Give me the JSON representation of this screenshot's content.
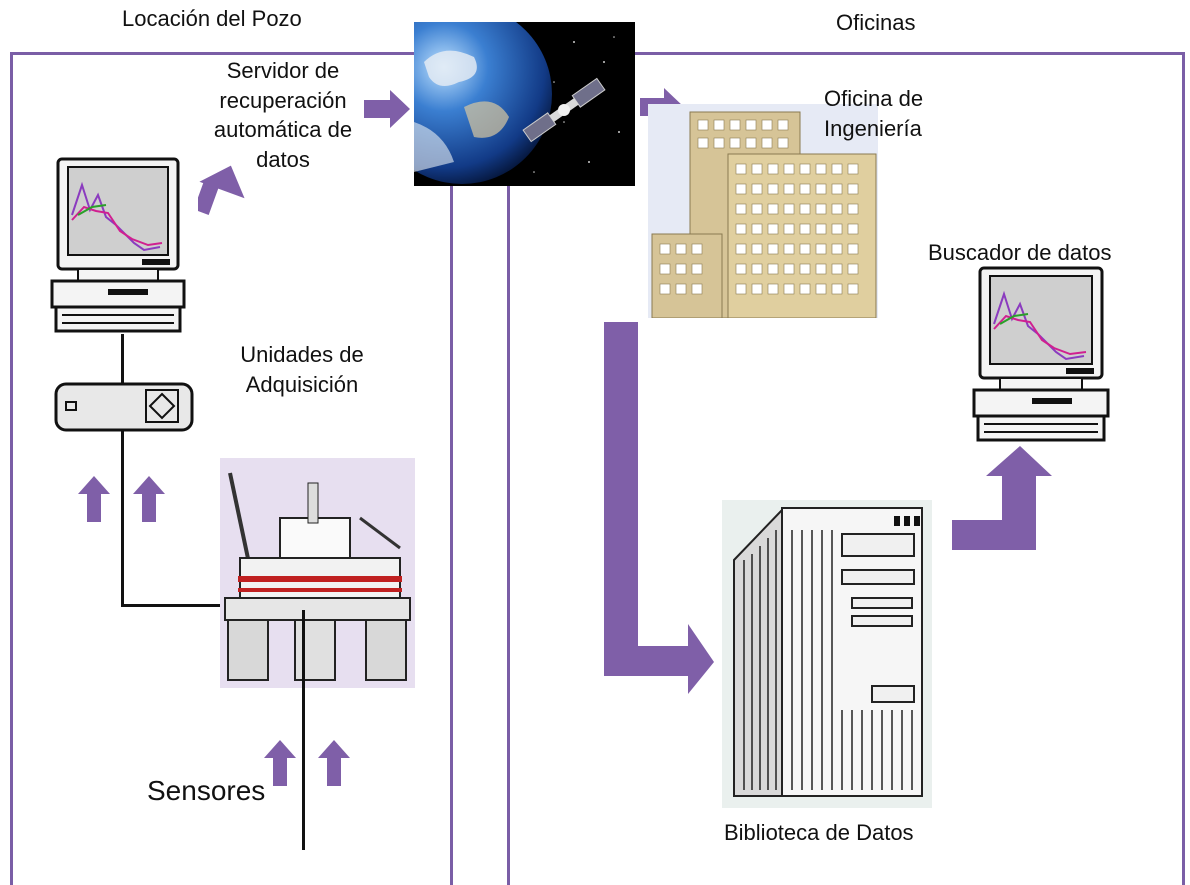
{
  "sections": {
    "left_title": "Locación del Pozo",
    "right_title": "Oficinas"
  },
  "labels": {
    "server_line1": "Servidor de",
    "server_line2": "recuperación",
    "server_line3": "automática de",
    "server_line4": "datos",
    "acq_line1": "Unidades de",
    "acq_line2": "Adquisición",
    "sensors": "Sensores",
    "eng_line1": "Oficina de",
    "eng_line2": "Ingeniería",
    "browser": "Buscador de datos",
    "library": "Biblioteca de Datos"
  },
  "colors": {
    "arrow": "#7f5fa8",
    "panel_border": "#7a5ea6",
    "building": "#d8c79a",
    "rig_bg": "#e7dff0"
  }
}
